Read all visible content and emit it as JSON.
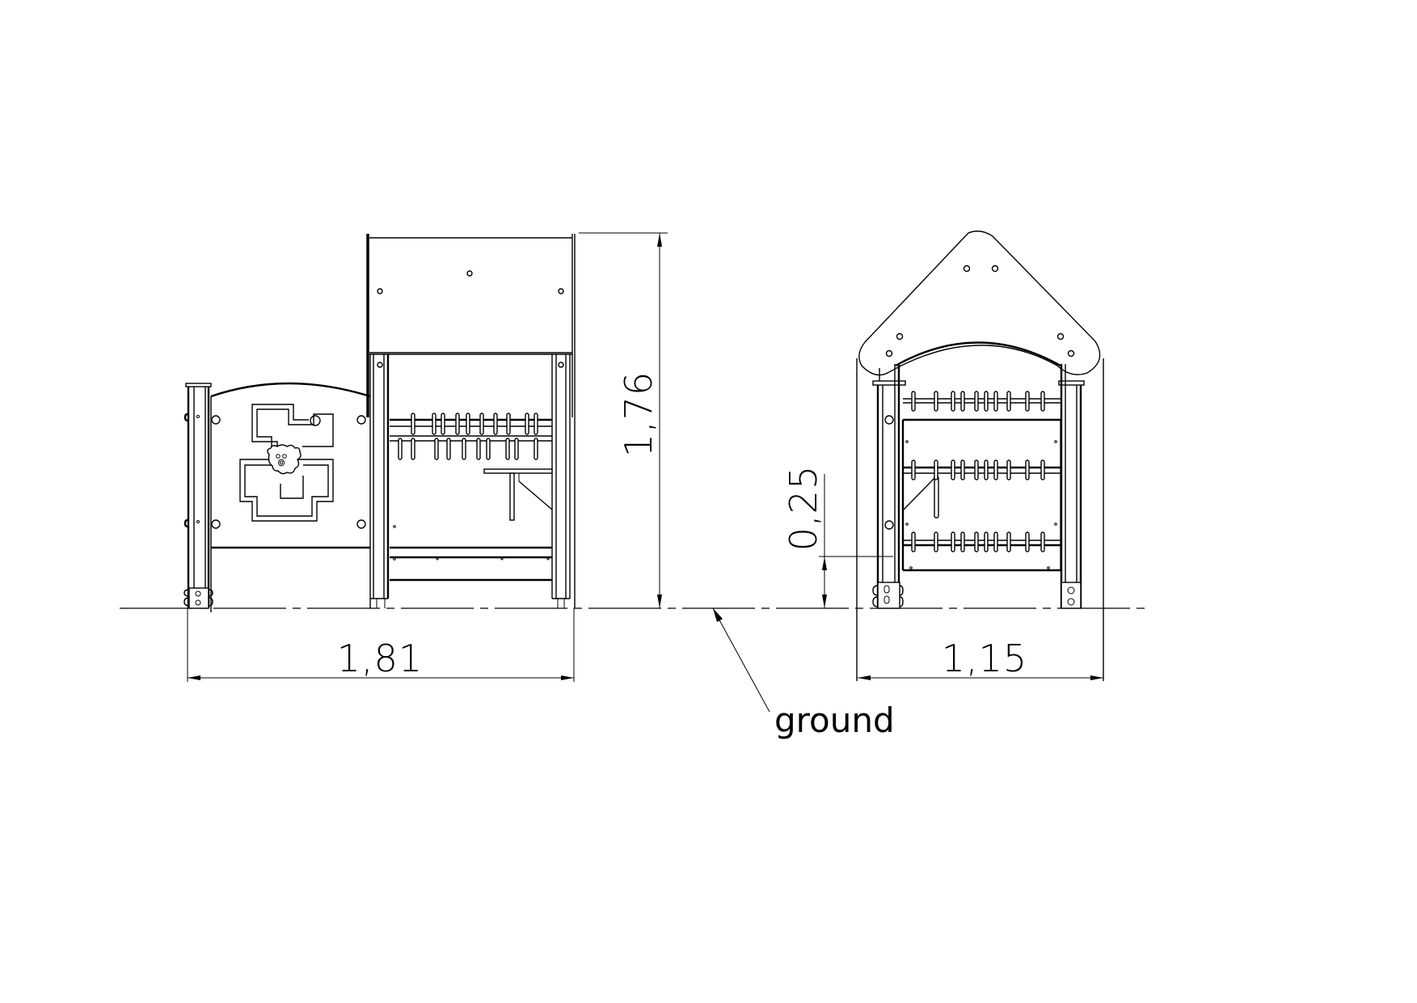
{
  "drawing": {
    "type": "technical elevation drawing",
    "units": "m",
    "views": [
      {
        "name": "side-view",
        "description": "Playhouse side elevation with activity panel"
      },
      {
        "name": "front-view",
        "description": "Playhouse front elevation with pitched roof"
      }
    ]
  },
  "dimensions": {
    "side_width": "1,81",
    "total_height": "1,76",
    "floor_height": "0,25",
    "front_width": "1,15"
  },
  "annotations": {
    "ground_label": "ground"
  },
  "colors": {
    "line": "#000000",
    "background": "#ffffff"
  }
}
